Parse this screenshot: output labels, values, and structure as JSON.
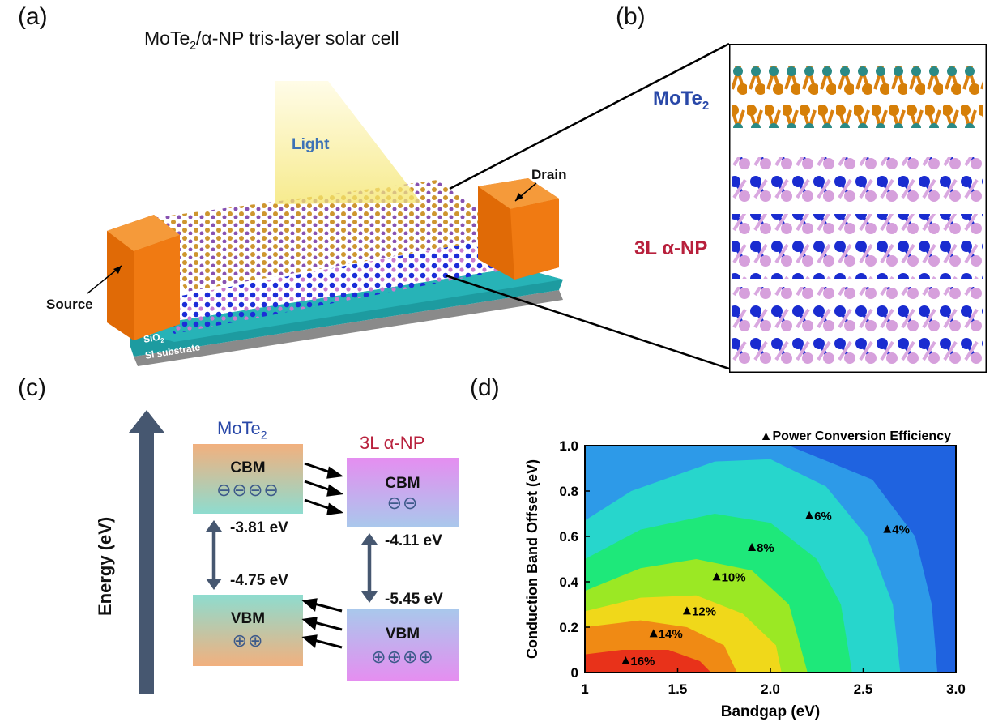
{
  "panel_labels": {
    "a": "(a)",
    "b": "(b)",
    "c": "(c)",
    "d": "(d)"
  },
  "panel_a": {
    "title_pre": "MoTe",
    "title_sub": "2",
    "title_post": "/α-NP tris-layer solar cell",
    "light": "Light",
    "drain": "Drain",
    "source": "Source",
    "sio2_pre": "SiO",
    "sio2_sub": "2",
    "si_substrate": "Si substrate"
  },
  "panel_b": {
    "mote2_pre": "MoTe",
    "mote2_sub": "2",
    "np": "3L α-NP"
  },
  "panel_c": {
    "axis_label": "Energy (eV)",
    "mote2_pre": "MoTe",
    "mote2_sub": "2",
    "np": "3L α-NP",
    "cbm": "CBM",
    "vbm": "VBM",
    "mote2_cbm_symbols": "⊖⊖⊖⊖",
    "np_cbm_symbols": "⊖⊖",
    "mote2_vbm_symbols": "⊕⊕",
    "np_vbm_symbols": "⊕⊕⊕⊕",
    "mote2_cbm_value": "-3.81 eV",
    "mote2_vbm_value": "-4.75 eV",
    "np_cbm_value": "-4.11 eV",
    "np_vbm_value": "-5.45 eV",
    "colors": {
      "arrow": "#465770",
      "mote2_label": "#2948a8",
      "np_label": "#b8203c"
    }
  },
  "chart_data": {
    "type": "heatmap",
    "legend": "▲Power Conversion Efficiency",
    "xlabel": "Bandgap (eV)",
    "ylabel": "Conduction Band Offset (eV)",
    "xlim": [
      1.0,
      3.0
    ],
    "ylim": [
      0.0,
      1.0
    ],
    "x_ticks": [
      "1",
      "1.5",
      "2.0",
      "2.5",
      "3.0"
    ],
    "y_ticks": [
      "0",
      "0.2",
      "0.4",
      "0.6",
      "0.8",
      "1.0"
    ],
    "annotations": [
      {
        "label": "16%",
        "x": 1.22,
        "y": 0.05
      },
      {
        "label": "14%",
        "x": 1.37,
        "y": 0.17
      },
      {
        "label": "12%",
        "x": 1.55,
        "y": 0.27
      },
      {
        "label": "10%",
        "x": 1.71,
        "y": 0.42
      },
      {
        "label": "8%",
        "x": 1.9,
        "y": 0.55
      },
      {
        "label": "6%",
        "x": 2.21,
        "y": 0.69
      },
      {
        "label": "4%",
        "x": 2.63,
        "y": 0.63
      }
    ],
    "levels_colors": [
      "#1f63e0",
      "#2d9ae8",
      "#27d6cc",
      "#1ee87a",
      "#9be824",
      "#f0d81a",
      "#f08a14",
      "#e8321a"
    ]
  }
}
